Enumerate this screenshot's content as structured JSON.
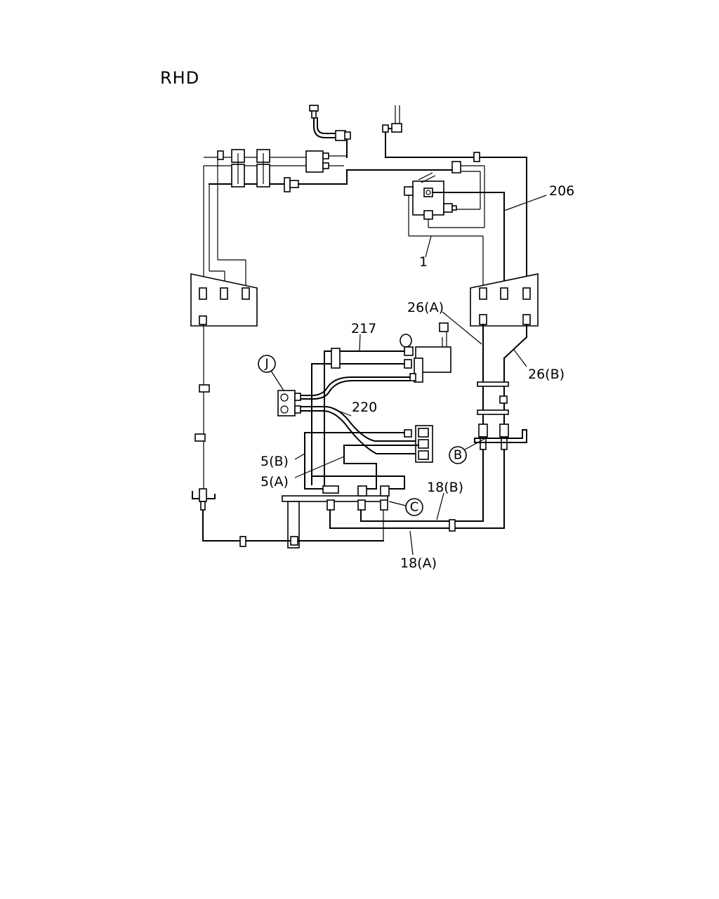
{
  "title": "RHD",
  "callouts": {
    "p1": "1",
    "p206": "206",
    "p26a": "26(A)",
    "p26b": "26(B)",
    "p217": "217",
    "p220": "220",
    "p5b": "5(B)",
    "p5a": "5(A)",
    "p18b": "18(B)",
    "p18a": "18(A)"
  },
  "markers": {
    "j": "J",
    "b": "B",
    "c": "C"
  }
}
